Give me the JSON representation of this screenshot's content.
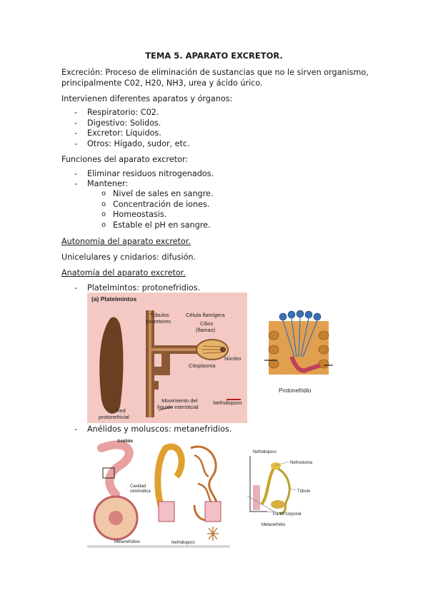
{
  "title": "TEMA 5. APARATO EXCRETOR.",
  "excrecion": {
    "line1": "Excreción: Proceso de eliminación de sustancias que no le sirven organismo,",
    "line2": "principalmente C02, H20, NH3, urea y ácido úrico."
  },
  "intervienen": {
    "heading": "Intervienen diferentes aparatos y órganos:",
    "items": [
      "Respiratorio: C02.",
      "Digestivo: Solidos.",
      "Excretor: Líquidos.",
      "Otros: Hígado, sudor, etc."
    ]
  },
  "funciones": {
    "heading": "Funciones del aparato excretor:",
    "items": [
      "Eliminar residuos nitrogenados.",
      "Mantener:"
    ],
    "subitems": [
      "Nivel de sales en sangre.",
      "Concentración de iones.",
      "Homeostasis.",
      "Estable el pH en sangre."
    ],
    "sub_bullet": "o"
  },
  "autonomia": {
    "heading": "Autonomía del aparato excretor.",
    "text": "Unicelulares y cnidarios: difusión."
  },
  "anatomia": {
    "heading": "Anatomía del aparato excretor.",
    "items": [
      "Platelmintos: protonefridios.",
      "Anélidos y moluscos: metanefridios."
    ]
  },
  "dash": "-",
  "figure_platelmintos": {
    "panel": "(a) Platelmintos",
    "tubulos": "Túbulos",
    "excretores": "excretores",
    "celula": "Célula flamígera",
    "cilios": "Cilios",
    "flamas": "(flamas)",
    "nucleo": "Núcleo",
    "citoplasma": "Citoplasma",
    "movimiento": "Movimiento del",
    "liquido": "líquido intersticial",
    "nefridioporo": "Nefridioporo",
    "red": "Red",
    "protonefricial": "protonefricial"
  },
  "figure_protonefridio": {
    "caption": "Protonefridio"
  },
  "figure_anelido": {
    "anelido": "Anélido",
    "cavidad": "Cavidad",
    "celomatica": "celomática",
    "metanefridios": "Metanefridios",
    "nefridioporo": "Nefridioporo"
  },
  "figure_metanefridio": {
    "nefridioporo": "Nefridioporo",
    "nefrostoma": "Nefrostoma",
    "tubulo": "Túbulo",
    "pared": "Pared corporal",
    "caption": "Metanefridio"
  },
  "colors": {
    "figure_bg": "#f4c9c4",
    "tissue": "#7a4a2a",
    "tube": "#8b5a35",
    "worm": "#e8a0a0",
    "cell_blue": "#3a6fb0"
  }
}
